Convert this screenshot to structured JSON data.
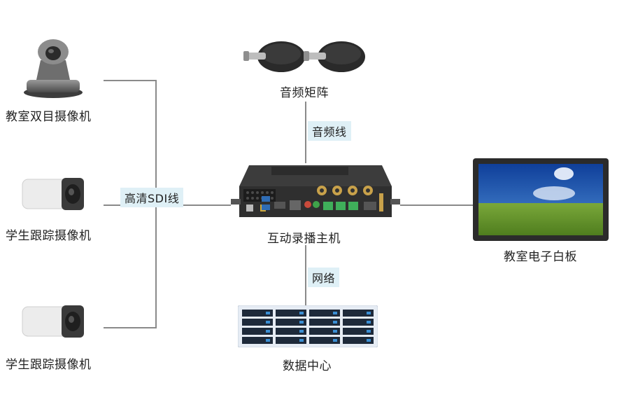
{
  "nodes": {
    "ptz_camera": "教室双目摄像机",
    "tracking_camera_1": "学生跟踪摄像机",
    "tracking_camera_2": "学生跟踪摄像机",
    "audio_matrix": "音频矩阵",
    "host": "互动录播主机",
    "whiteboard": "教室电子白板",
    "data_center": "数据中心"
  },
  "connections": {
    "hd_sdi": "高清SDI线",
    "audio_cable": "音频线",
    "network": "网络"
  },
  "colors": {
    "label_bg": "#dff0f6",
    "line": "#8a8a8a"
  }
}
